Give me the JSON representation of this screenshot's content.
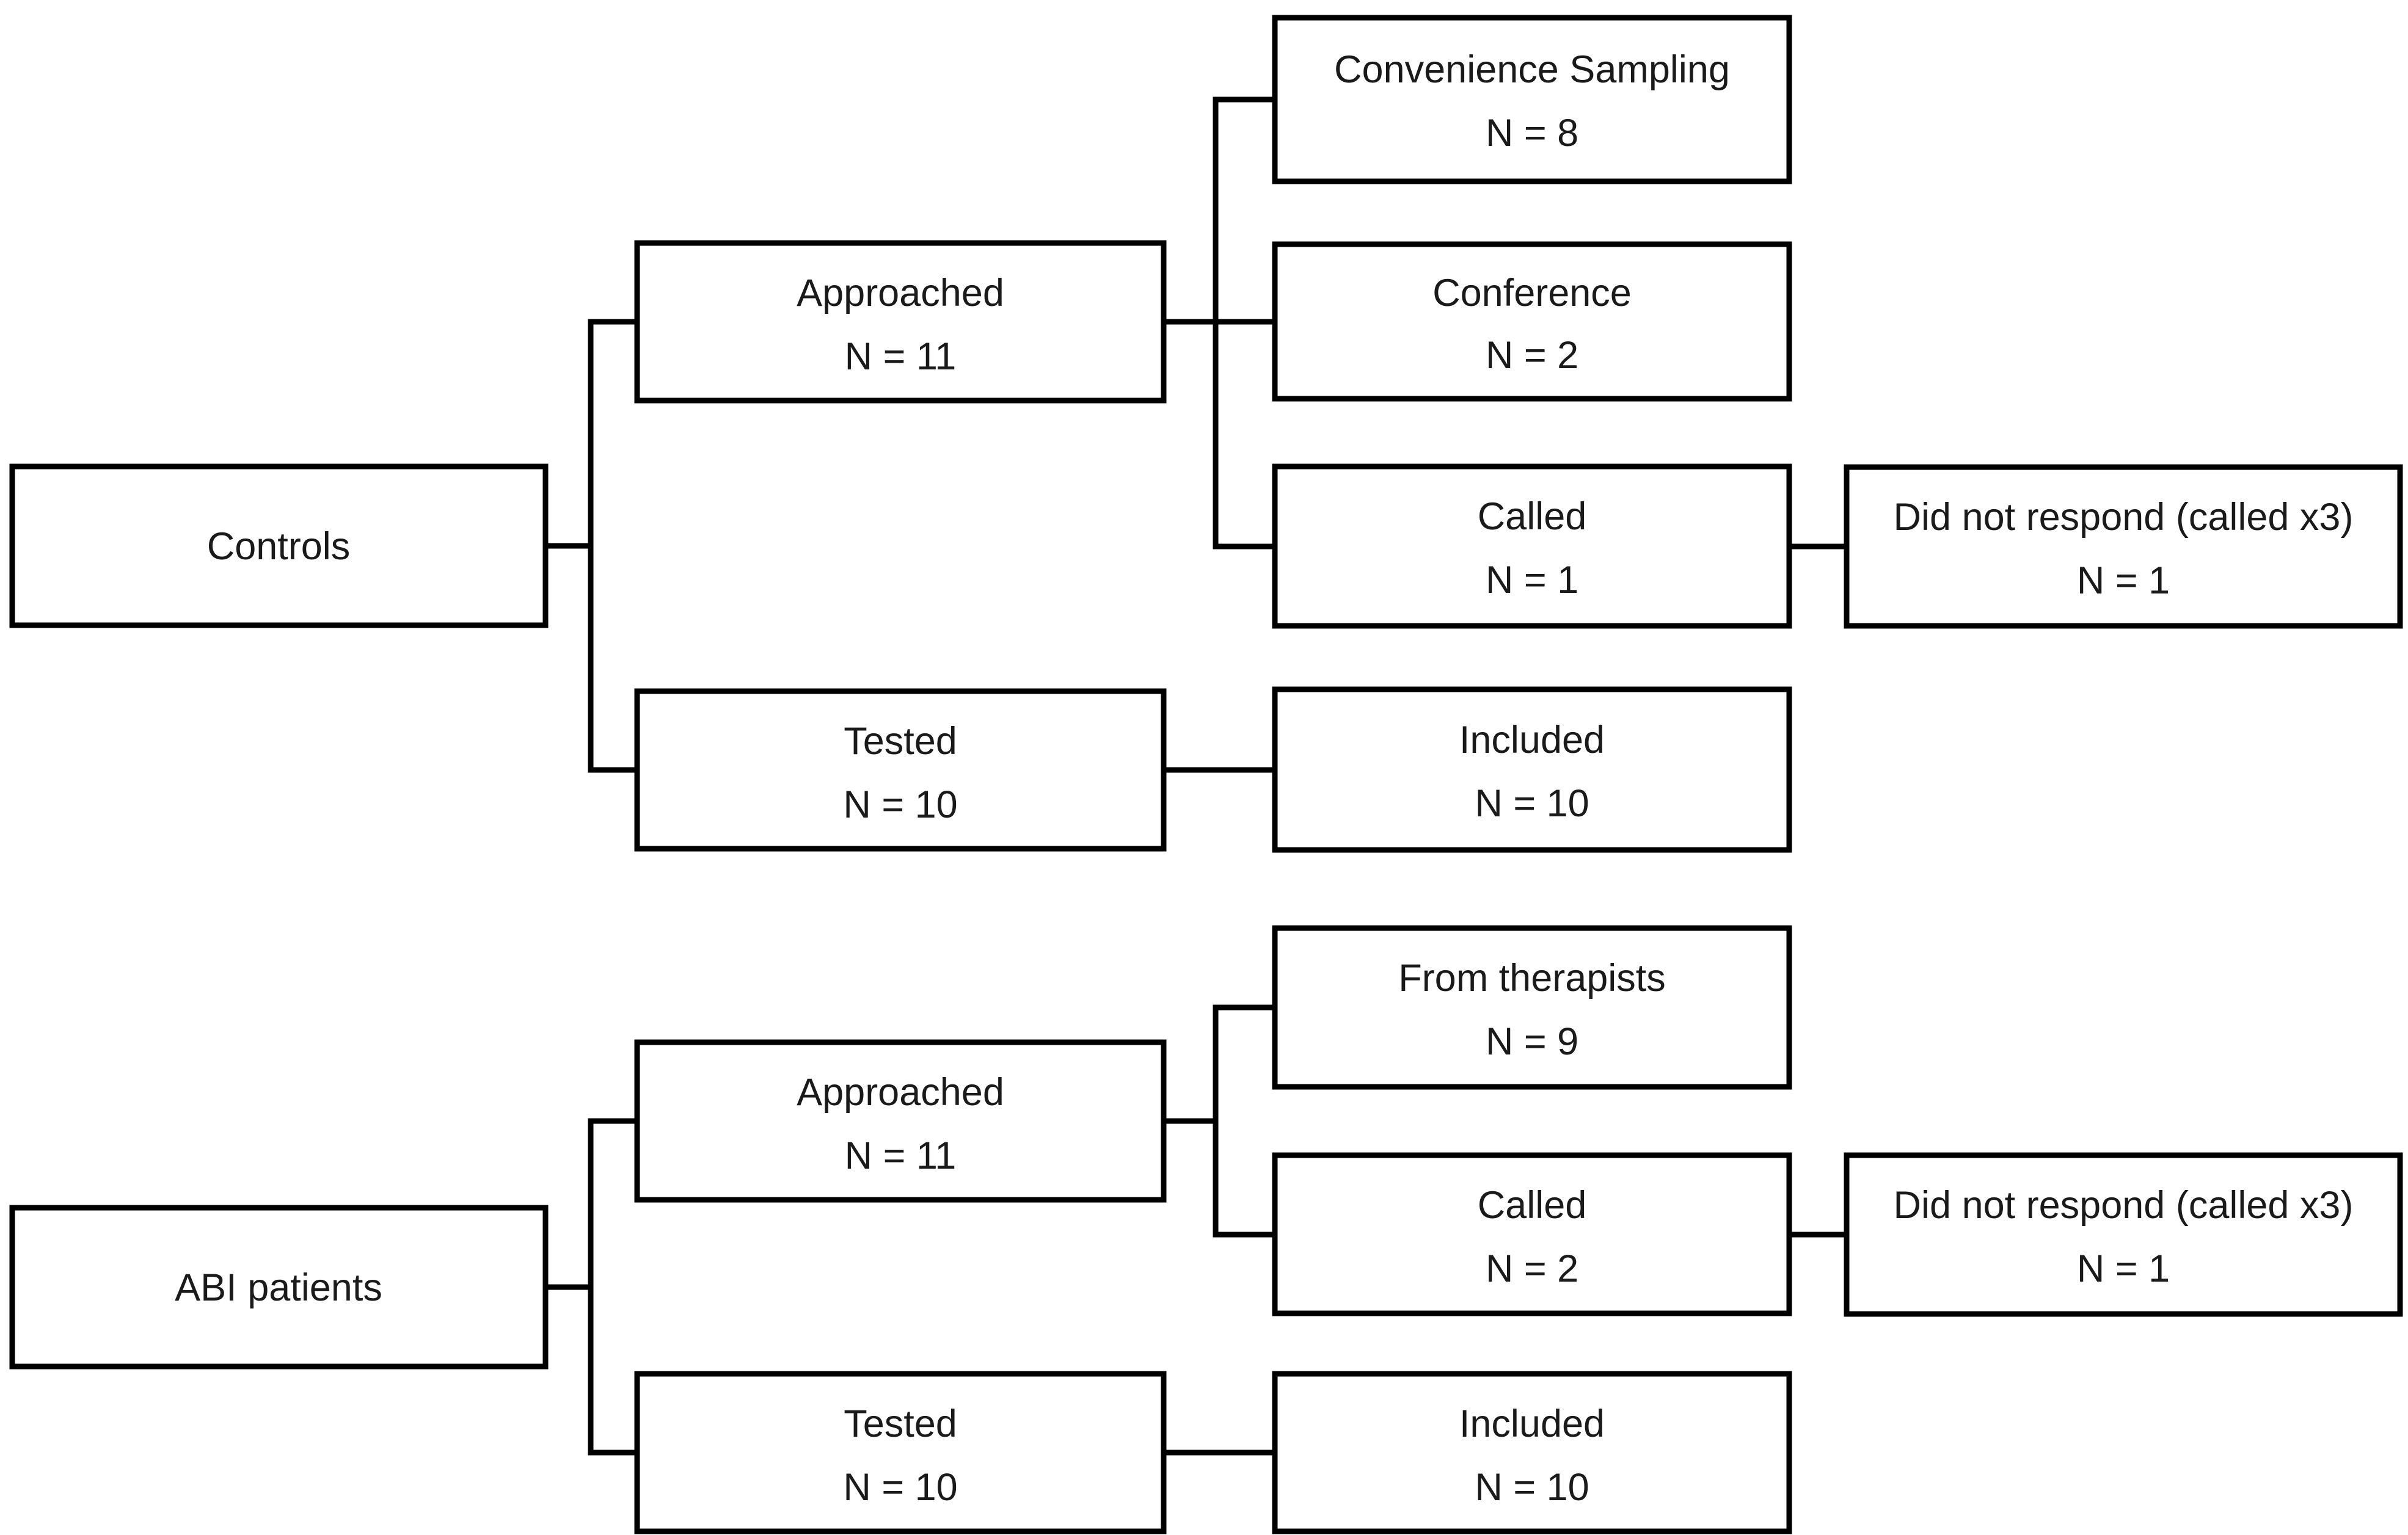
{
  "figure": {
    "background": "#ffffff",
    "line_color": "#000000",
    "box_fill": "#ffffff",
    "text_color": "#1a1a1a"
  },
  "controls": {
    "root": {
      "label": "Controls"
    },
    "approached": {
      "label": "Approached",
      "count": "N = 11"
    },
    "convenience": {
      "label": "Convenience Sampling",
      "count": "N = 8"
    },
    "conference": {
      "label": "Conference",
      "count": "N = 2"
    },
    "called": {
      "label": "Called",
      "count": "N = 1"
    },
    "no_response": {
      "label": "Did not respond (called x3)",
      "count": "N = 1"
    },
    "tested": {
      "label": "Tested",
      "count": "N = 10"
    },
    "included": {
      "label": "Included",
      "count": "N = 10"
    }
  },
  "abi": {
    "root": {
      "label": "ABI patients"
    },
    "approached": {
      "label": "Approached",
      "count": "N = 11"
    },
    "from_therapists": {
      "label": "From therapists",
      "count": "N = 9"
    },
    "called": {
      "label": "Called",
      "count": "N = 2"
    },
    "no_response": {
      "label": "Did not respond (called x3)",
      "count": "N = 1"
    },
    "tested": {
      "label": "Tested",
      "count": "N = 10"
    },
    "included": {
      "label": "Included",
      "count": "N = 10"
    }
  }
}
